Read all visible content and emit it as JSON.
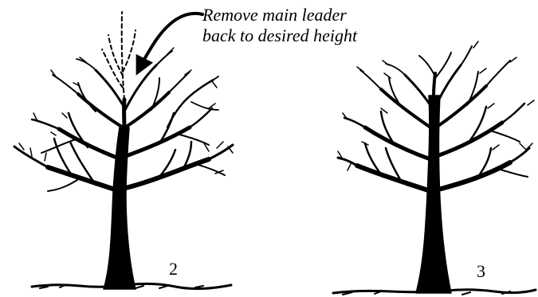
{
  "annotation": {
    "line1": "Remove main leader",
    "line2": "back to desired height"
  },
  "figures": [
    {
      "label": "2"
    },
    {
      "label": "3"
    }
  ],
  "colors": {
    "ink": "#000000",
    "paper": "#ffffff"
  }
}
